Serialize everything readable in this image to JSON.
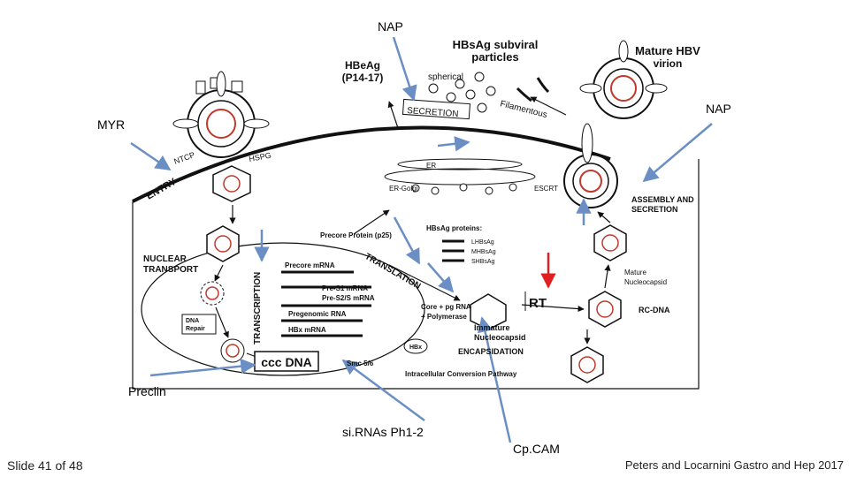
{
  "annotations": {
    "nap_top": "NAP",
    "nap_right": "NAP",
    "myr": "MYR",
    "preclin": "Preclin",
    "sirnas": "si.RNAs Ph1-2",
    "cpcam": "Cp.CAM",
    "rt": "RT"
  },
  "diagram": {
    "hbsag_subviral": "HBsAg subviral",
    "particles": "particles",
    "mature_hbv": "Mature HBV",
    "virion": "virion",
    "hbeag": "HBeAg",
    "p14_17": "(P14-17)",
    "spherical": "spherical",
    "filamentous": "Filamentous",
    "secretion": "SECRETION",
    "ntcp": "NTCP",
    "hspg": "HSPG",
    "entry": "ENTRY",
    "er": "ER",
    "er_golgi": "ER-Golgi",
    "escrt": "ESCRT",
    "assembly_1": "ASSEMBLY AND",
    "assembly_2": "SECRETION",
    "precore_protein": "Precore Protein (p25)",
    "hbsag_proteins": "HBsAg proteins:",
    "lhbsag": "LHBsAg",
    "mhbsag": "MHBsAg",
    "shbsag": "SHBsAg",
    "nuclear_1": "NUCLEAR",
    "nuclear_2": "TRANSPORT",
    "transcription": "TRANSCRIPTION",
    "translation": "TRANSLATION",
    "precore_mrna": "Precore mRNA",
    "pres1": "Pre-S1 mRNA",
    "pres2": "Pre-S2/S mRNA",
    "pregenomic": "Pregenomic RNA",
    "hbx_mrna": "HBx mRNA",
    "core_pg_1": "Core + pg RNA",
    "core_pg_2": "+ Polymerase",
    "mature_nc_1": "Mature",
    "mature_nc_2": "Nucleocapsid",
    "rc_dna": "RC-DNA",
    "immature_1": "Immature",
    "immature_2": "Nucleocapsid",
    "encapsidation": "ENCAPSIDATION",
    "dna_repair_1": "DNA",
    "dna_repair_2": "Repair",
    "cccdna": "ccc DNA",
    "smc": "Smc 5/6",
    "hbx": "HBx",
    "intracellular": "Intracellular Conversion Pathway"
  },
  "footer": {
    "slide_number": "Slide 41 of 48",
    "citation": "Peters and Locarnini Gastro and Hep 2017"
  },
  "colors": {
    "annotation_arrow": "#6b8fc4",
    "rt_arrow": "#e02020",
    "capsid_ring": "#c0392b",
    "ink": "#111111"
  }
}
